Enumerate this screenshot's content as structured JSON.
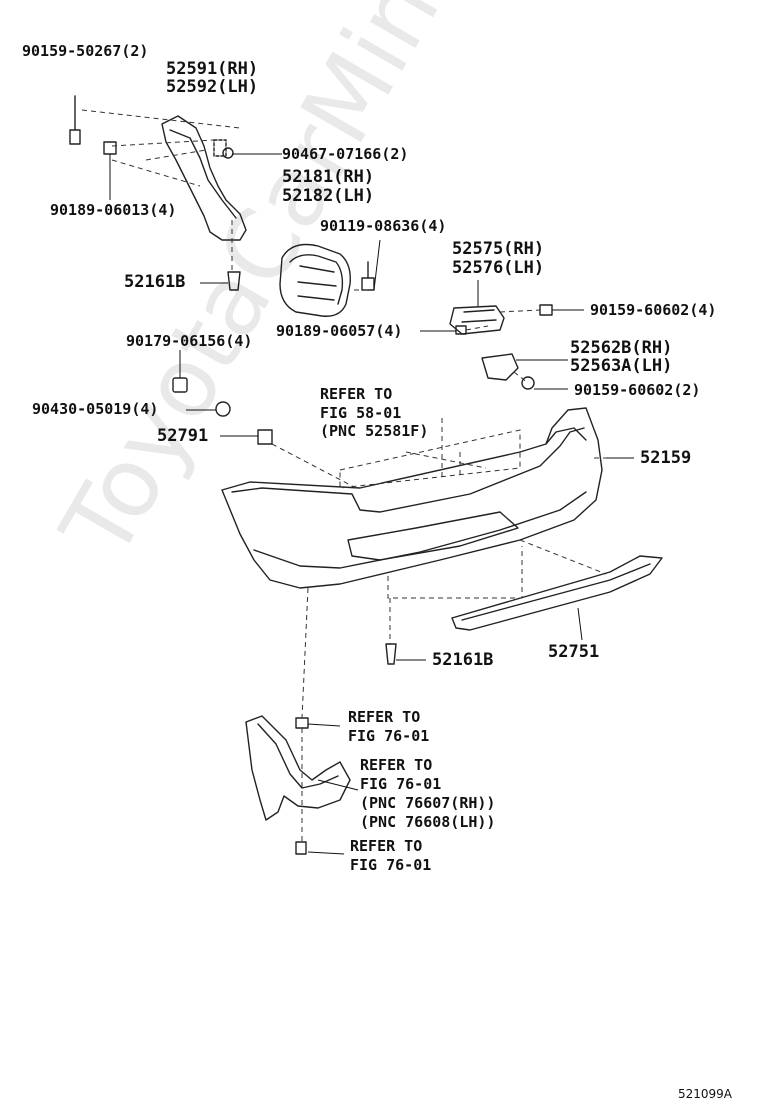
{
  "watermark": "ToyotaCarMine.ru",
  "figure_id": "521099A",
  "labels": {
    "p1": "90159-50267(2)",
    "p2a": "52591(RH)",
    "p2b": "52592(LH)",
    "p3": "90467-07166(2)",
    "p4": "90189-06013(4)",
    "p5a": "52181(RH)",
    "p5b": "52182(LH)",
    "p6": "90119-08636(4)",
    "p7": "52161B",
    "p8a": "52575(RH)",
    "p8b": "52576(LH)",
    "p9": "90159-60602(4)",
    "p10": "90189-06057(4)",
    "p11": "90179-06156(4)",
    "p12a": "52562B(RH)",
    "p12b": "52563A(LH)",
    "p13": "90159-60602(2)",
    "p14a": "REFER TO",
    "p14b": "FIG 58-01",
    "p14c": "(PNC 52581F)",
    "p15": "90430-05019(4)",
    "p16": "52791",
    "p17": "52159",
    "p18": "52751",
    "p19": "52161B",
    "p20a": "REFER TO",
    "p20b": "FIG 76-01",
    "p21a": "REFER TO",
    "p21b": "FIG 76-01",
    "p21c": "(PNC 76607(RH))",
    "p21d": "(PNC 76608(LH))",
    "p22a": "REFER TO",
    "p22b": "FIG 76-01"
  }
}
